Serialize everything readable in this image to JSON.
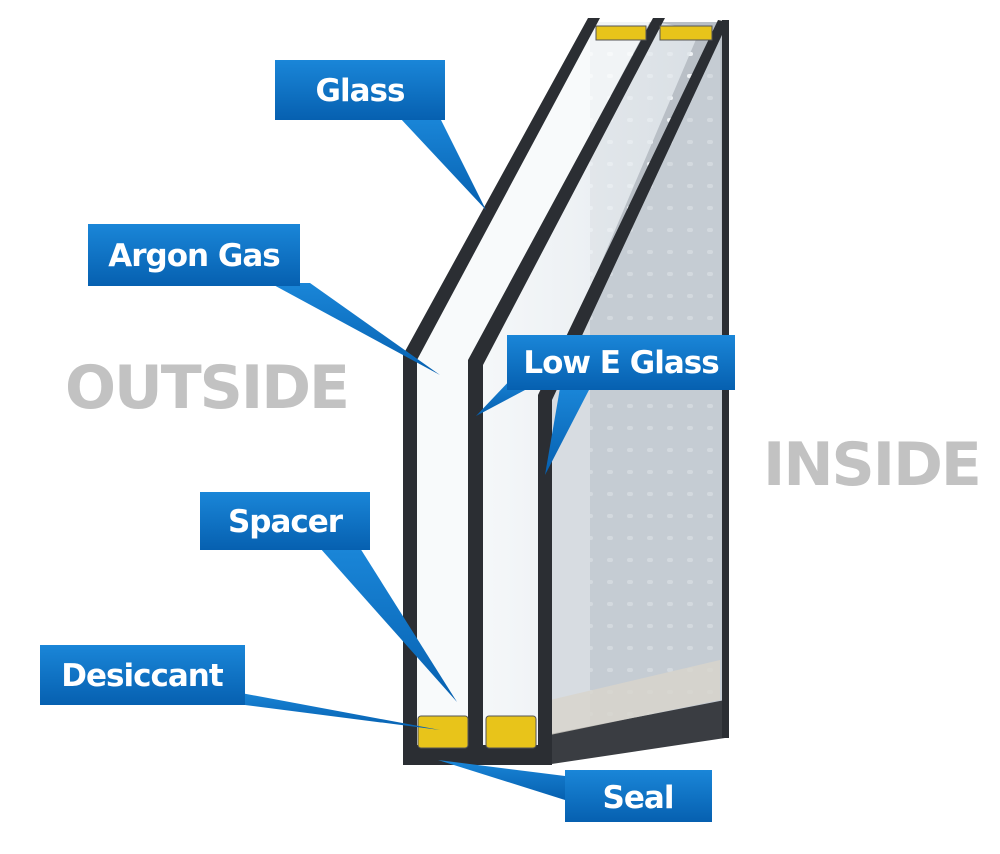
{
  "title": "Double glazed window cross-section",
  "sides": {
    "outside": "OUTSIDE",
    "inside": "INSIDE"
  },
  "labels": {
    "glass": "Glass",
    "argon_gas": "Argon Gas",
    "low_e_glass": "Low E Glass",
    "spacer": "Spacer",
    "desiccant": "Desiccant",
    "seal": "Seal"
  },
  "colors": {
    "label_bg": "#0a73c8",
    "frame": "#2b2e33",
    "desiccant": "#e8c41a",
    "side_text": "#c2c2c2"
  }
}
